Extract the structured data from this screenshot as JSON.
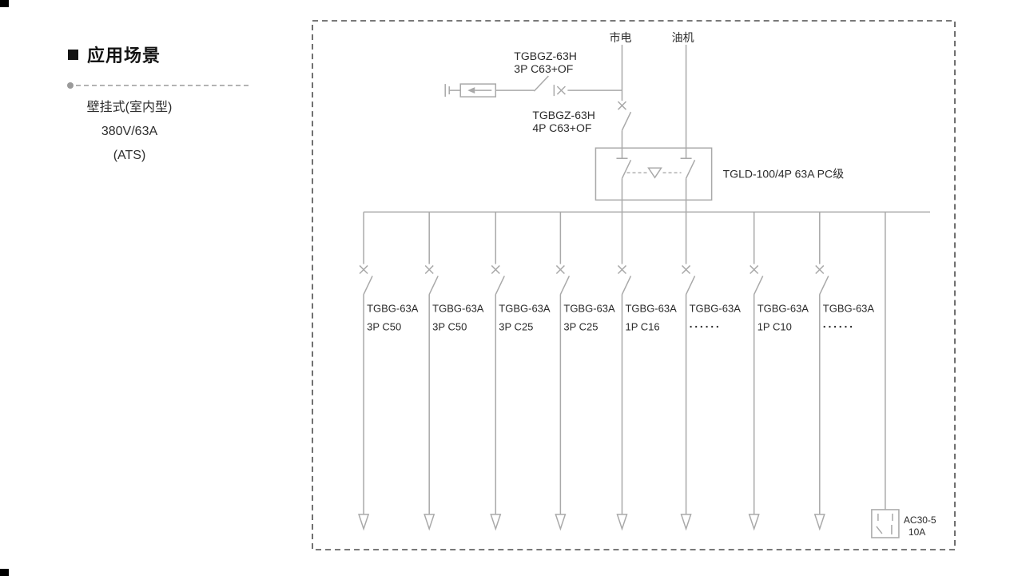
{
  "page": {
    "left_panel": {
      "title": "应用场景",
      "lines": [
        "壁挂式(室内型)",
        "380V/63A",
        "(ATS)"
      ]
    },
    "diagram": {
      "sources": {
        "mains": "市电",
        "generator": "油机"
      },
      "spd_branch_breaker": {
        "model": "TGBGZ-63H",
        "spec": "3P C63+OF"
      },
      "incoming_breaker": {
        "model": "TGBGZ-63H",
        "spec": "4P C63+OF"
      },
      "transfer_switch": {
        "label": "TGLD-100/4P 63A PC级"
      },
      "feeders": [
        {
          "model": "TGBG-63A",
          "spec": "3P C50"
        },
        {
          "model": "TGBG-63A",
          "spec": "3P C50"
        },
        {
          "model": "TGBG-63A",
          "spec": "3P C25"
        },
        {
          "model": "TGBG-63A",
          "spec": "3P C25"
        },
        {
          "model": "TGBG-63A",
          "spec": "1P C16"
        },
        {
          "model": "TGBG-63A",
          "spec": "······"
        },
        {
          "model": "TGBG-63A",
          "spec": "1P C10"
        },
        {
          "model": "TGBG-63A",
          "spec": "······"
        }
      ],
      "socket": {
        "model": "AC30-5",
        "rating": "10A"
      }
    },
    "colors": {
      "diagram_line": "#a9a9a9",
      "label_text": "#2b2b2b",
      "dashed_border": "#4d4d4d",
      "page_background": "#ffffff"
    }
  }
}
